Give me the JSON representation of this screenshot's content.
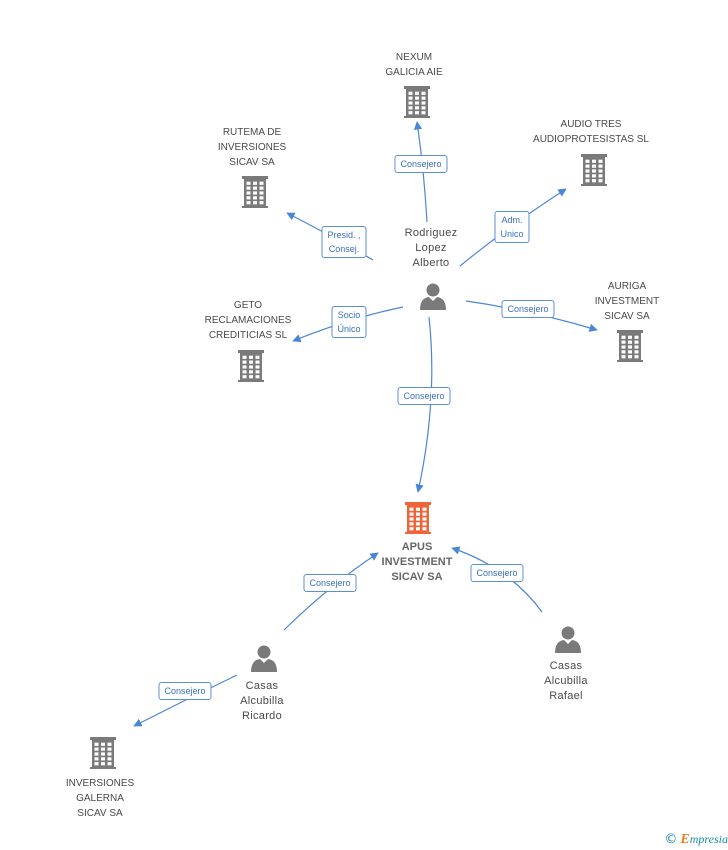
{
  "colors": {
    "edge": "#4a86d8",
    "node": "#7a7a7a",
    "main_node": "#f0643a",
    "badge_border": "#5b8fd6",
    "badge_text": "#3a6fbf"
  },
  "nodes": {
    "nexum": {
      "label": "NEXUM\nGALICIA AIE",
      "icon": "building-icon"
    },
    "audio_tres": {
      "label": "AUDIO TRES\nAUDIOPROTESISTAS SL",
      "icon": "building-icon"
    },
    "rutema": {
      "label": "RUTEMA DE\nINVERSIONES\nSICAV SA",
      "icon": "building-icon"
    },
    "rodriguez": {
      "label": "Rodriguez\nLopez\nAlberto",
      "icon": "person-icon"
    },
    "auriga": {
      "label": "AURIGA\nINVESTMENT\nSICAV SA",
      "icon": "building-icon"
    },
    "geto": {
      "label": "GETO\nRECLAMACIONES\nCREDITICIAS SL",
      "icon": "building-icon"
    },
    "apus": {
      "label": "APUS\nINVESTMENT\nSICAV SA",
      "icon": "building-icon"
    },
    "casas_ricardo": {
      "label": "Casas\nAlcubilla\nRicardo",
      "icon": "person-icon"
    },
    "casas_rafael": {
      "label": "Casas\nAlcubilla\nRafael",
      "icon": "person-icon"
    },
    "galerna": {
      "label": "INVERSIONES\nGALERNA\nSICAV SA",
      "icon": "building-icon"
    }
  },
  "edges": [
    {
      "from": "rodriguez",
      "to": "nexum",
      "label": "Consejero"
    },
    {
      "from": "rodriguez",
      "to": "audio_tres",
      "label": "Adm.\nUnico"
    },
    {
      "from": "rodriguez",
      "to": "rutema",
      "label": "Presid. ,\nConsej."
    },
    {
      "from": "rodriguez",
      "to": "auriga",
      "label": "Consejero"
    },
    {
      "from": "rodriguez",
      "to": "geto",
      "label": "Socio\nÚnico"
    },
    {
      "from": "rodriguez",
      "to": "apus",
      "label": "Consejero"
    },
    {
      "from": "casas_ricardo",
      "to": "apus",
      "label": "Consejero"
    },
    {
      "from": "casas_rafael",
      "to": "apus",
      "label": "Consejero"
    },
    {
      "from": "casas_ricardo",
      "to": "galerna",
      "label": "Consejero"
    }
  ],
  "footer": {
    "copyright_symbol": "©",
    "brand_initial": "E",
    "brand_rest": "mpresia"
  }
}
